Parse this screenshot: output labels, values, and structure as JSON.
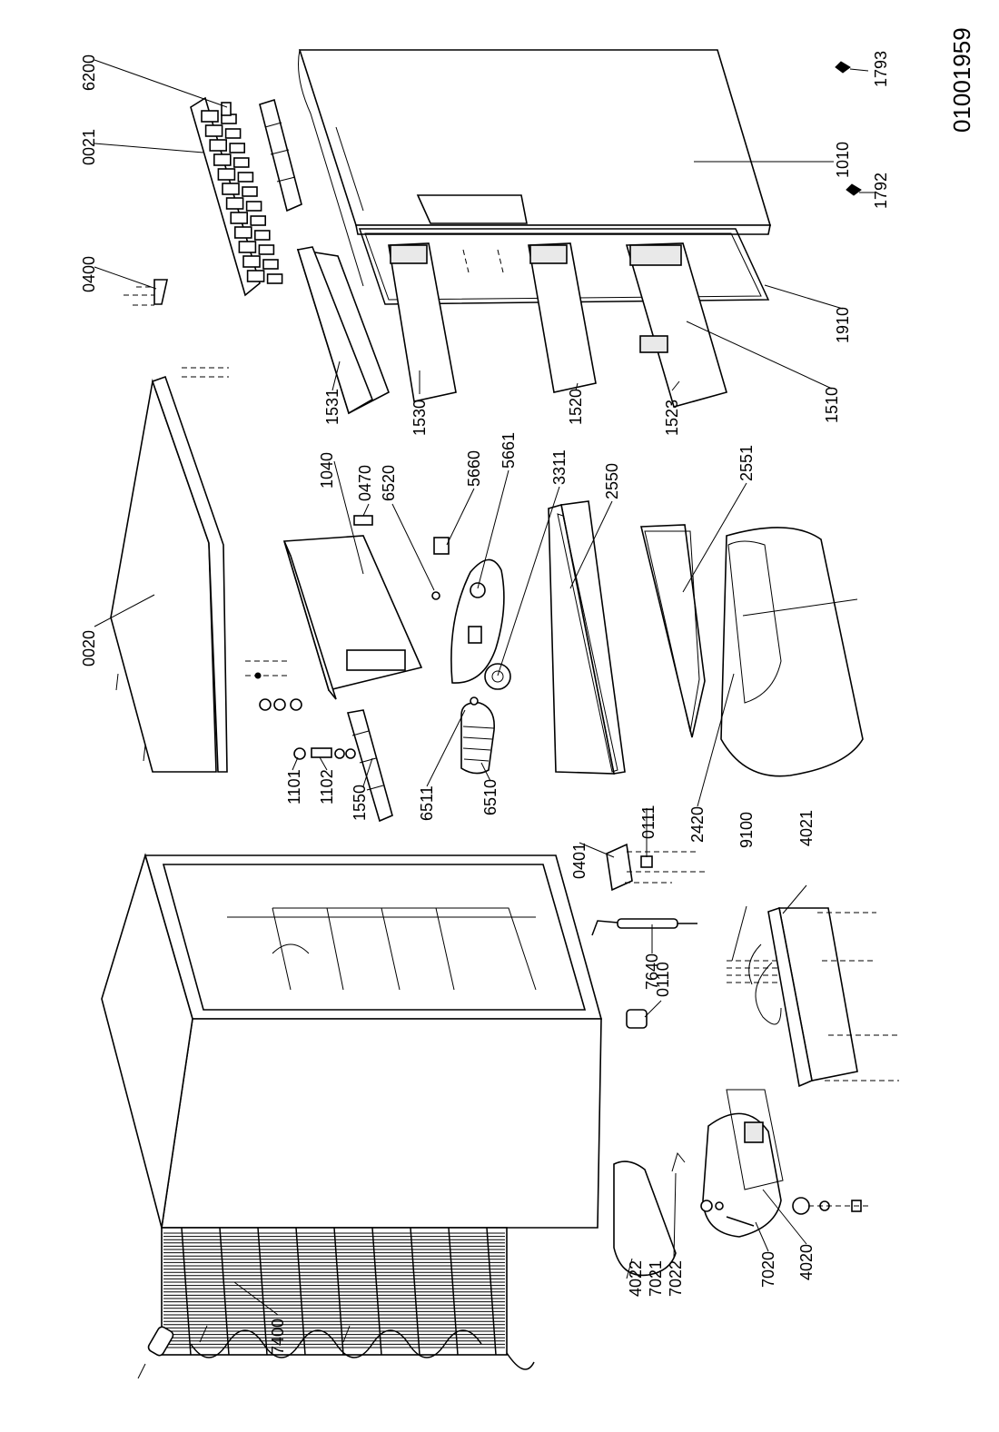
{
  "document_id": "01001959",
  "part_labels": {
    "p6200": "6200",
    "p0021": "0021",
    "p0400": "0400",
    "p0020": "0020",
    "p1040": "1040",
    "p0470": "0470",
    "p6520": "6520",
    "p1531": "1531",
    "p1530": "1530",
    "p5660": "5660",
    "p5661": "5661",
    "p3311": "3311",
    "p1520": "1520",
    "p2550": "2550",
    "p1523": "1523",
    "p2551": "2551",
    "p1510": "1510",
    "p1910": "1910",
    "p1010": "1010",
    "p1792": "1792",
    "p1793": "1793",
    "p1101": "1101",
    "p1102": "1102",
    "p1550": "1550",
    "p6511": "6511",
    "p6510": "6510",
    "p0401": "0401",
    "p0111": "0111",
    "p2420": "2420",
    "p9100": "9100",
    "p4021": "4021",
    "p7640": "7640",
    "p0110": "0110",
    "p4022": "4022",
    "p7021": "7021",
    "p7022": "7022",
    "p7020": "7020",
    "p4020": "4020",
    "p7400": "7400"
  }
}
